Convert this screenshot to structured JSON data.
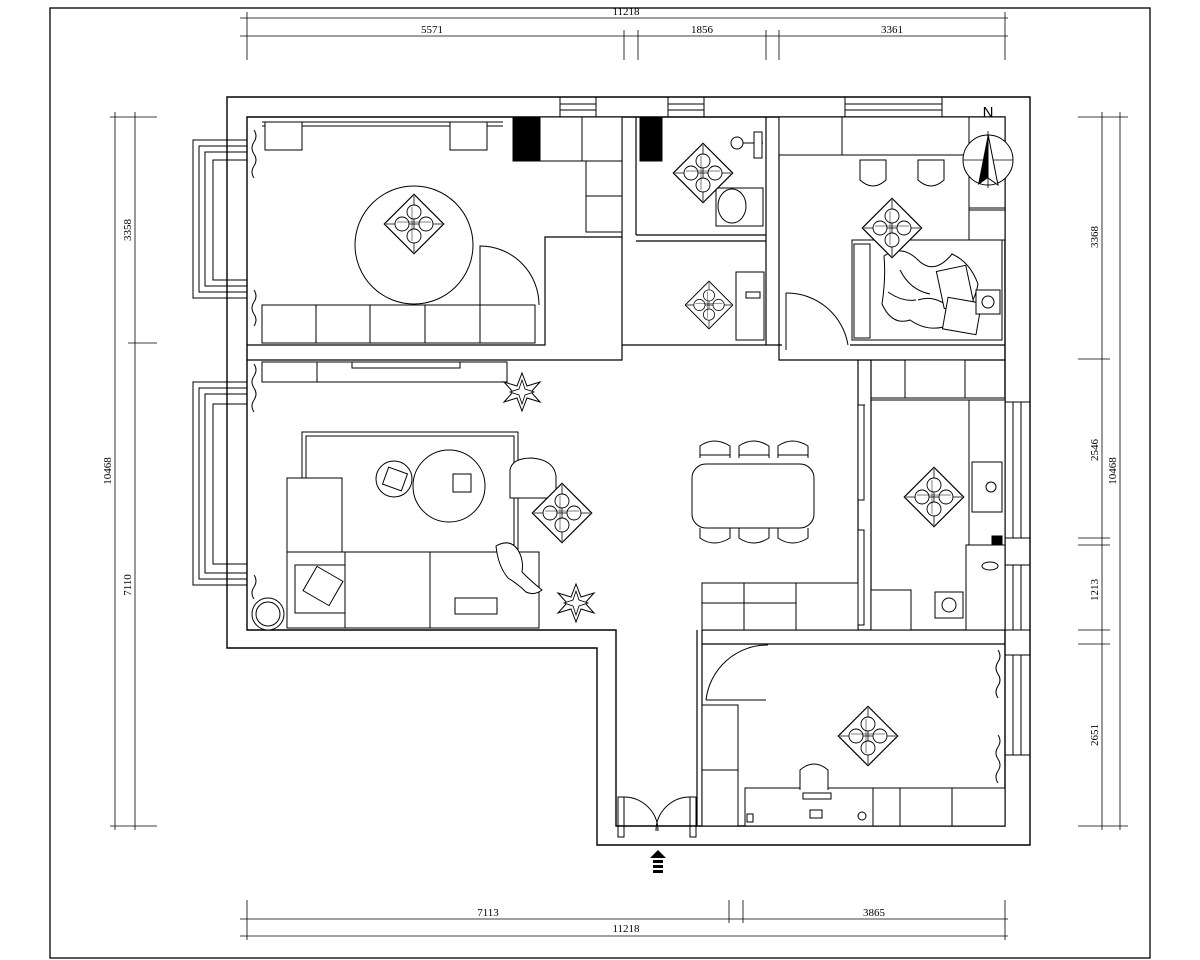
{
  "dimensions": {
    "top_total": "11218",
    "top_segments": [
      "5571",
      "1856",
      "3361"
    ],
    "bottom_total": "11218",
    "bottom_segments": [
      "7113",
      "3865"
    ],
    "left_total": "10468",
    "left_segments": [
      "3358",
      "7110"
    ],
    "right_total": "10468",
    "right_segments": [
      "3368",
      "2546",
      "1213",
      "2651"
    ]
  },
  "north_label": "N",
  "colors": {
    "line": "#000000",
    "fill": "#ffffff",
    "solid": "#000000"
  }
}
